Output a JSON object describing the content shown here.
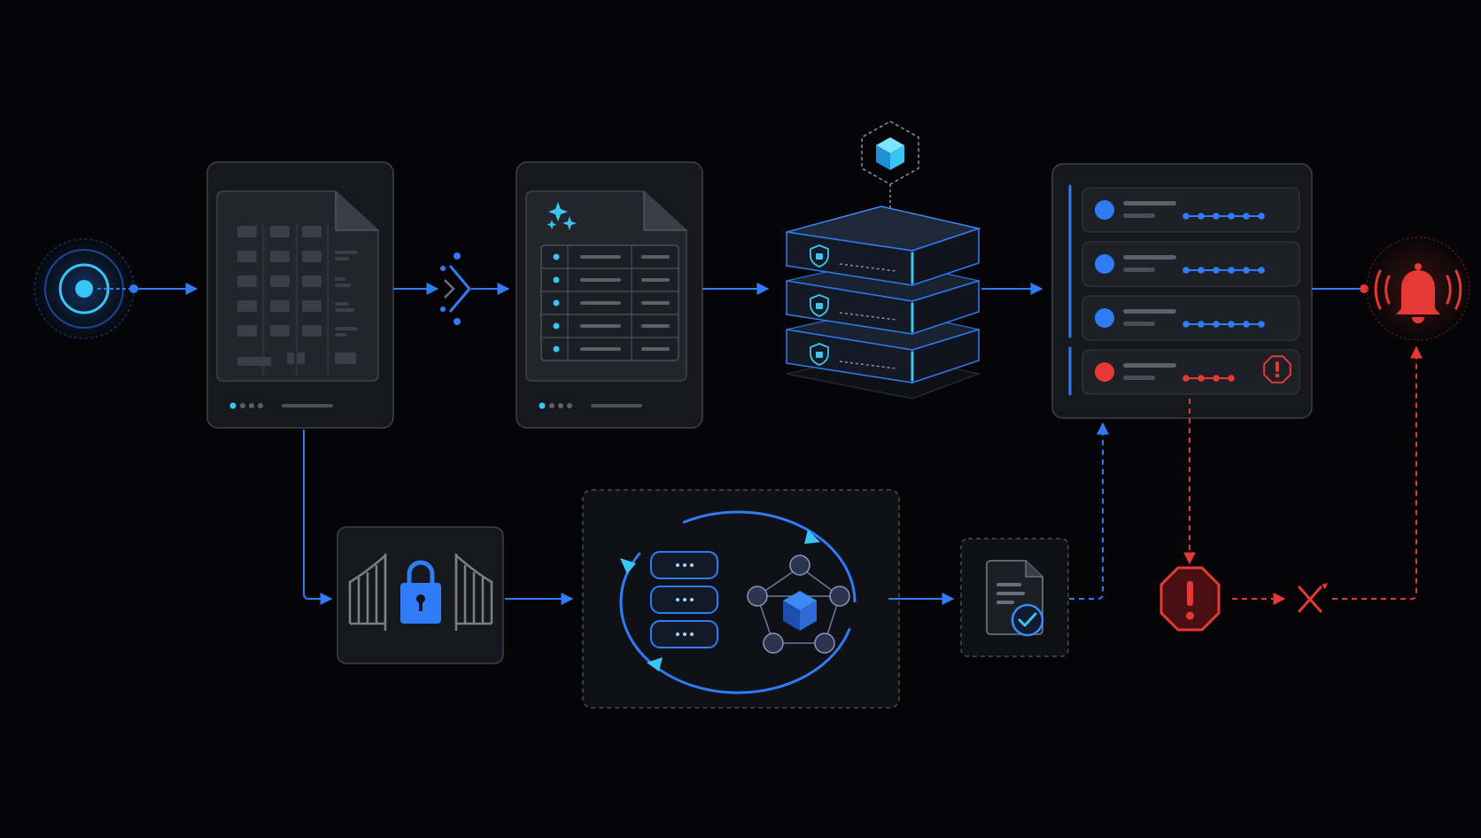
{
  "colors": {
    "background": "#050507",
    "panel": "#16181d",
    "panel_border": "#3d4149",
    "blue": "#2f7cf6",
    "cyan": "#38c6f4",
    "red": "#e53935",
    "gray_line": "#5b6069",
    "gray_block": "#3a3e46"
  },
  "icons": [
    "radar-source-icon",
    "raw-table-document-icon",
    "transform-chevron-icon",
    "ai-sparkle-document-icon",
    "hex-cube-icon",
    "secure-storage-stack-icon",
    "status-dashboard-icon",
    "alarm-bell-icon",
    "padlock-gate-icon",
    "sync-loop-icon",
    "verified-document-icon",
    "alert-octagon-icon",
    "blocked-x-icon"
  ],
  "dashboard": {
    "rows": [
      {
        "status": "ok",
        "color": "#2f7cf6"
      },
      {
        "status": "ok",
        "color": "#2f7cf6"
      },
      {
        "status": "ok",
        "color": "#2f7cf6"
      },
      {
        "status": "alert",
        "color": "#e53935"
      }
    ]
  }
}
